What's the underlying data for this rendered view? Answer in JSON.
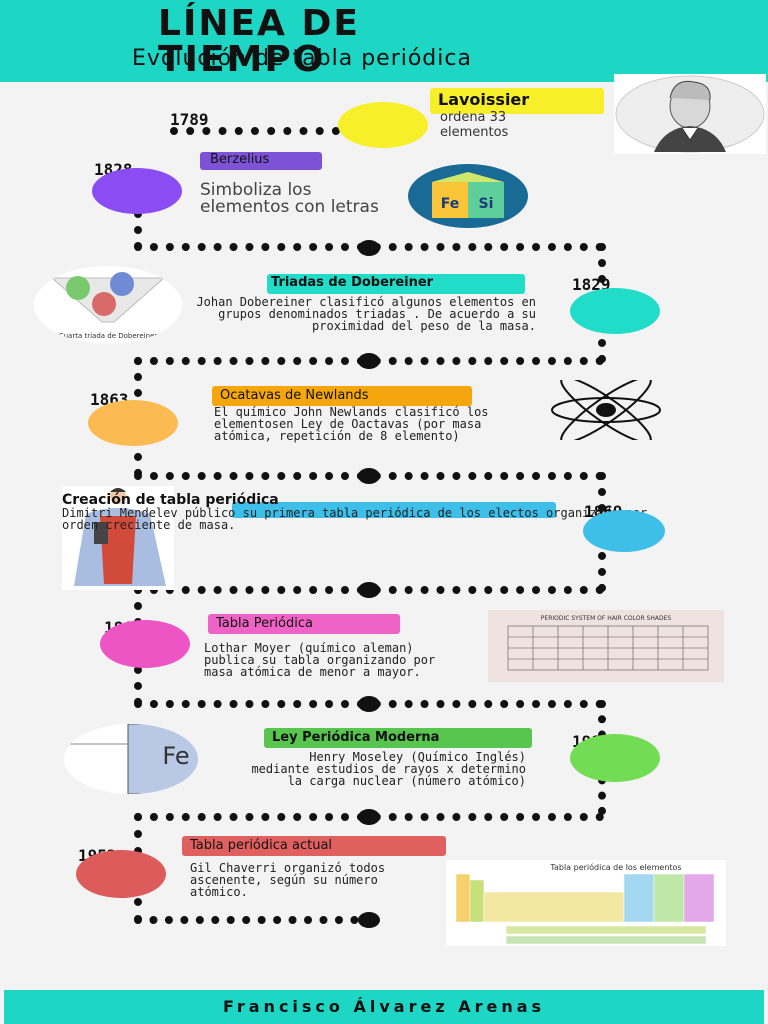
{
  "header": {
    "title": "LÍNEA DE TIEMPO",
    "subtitle": "Evolución de tabla periódica"
  },
  "events": [
    {
      "year": "1789",
      "tag": "Lavoissier",
      "text": "ordena 33 elementos",
      "color": "#f7ef2a",
      "tag_color": "#f7ef2a"
    },
    {
      "year": "1828",
      "tag": "Berzelius",
      "text": "Simboliza los elementos con letras",
      "color": "#8b4cf3",
      "tag_color": "#7d52d6"
    },
    {
      "year": "1829",
      "tag": "Triadas de Dobereiner",
      "text": "Johan Dobereiner clasificó algunos elementos en grupos denominados triadas . De acuerdo a su proximidad del peso de la masa.",
      "color": "#20dcc8",
      "tag_color": "#20dcc8"
    },
    {
      "year": "1863",
      "tag": "Ocatavas de Newlands",
      "text": "El químico John Newlands clasificó los elementosen Ley de Oactavas (por masa atómica, repetición de 8 elemento)",
      "color": "#fcbb52",
      "tag_color": "#f5a60c"
    },
    {
      "year": "1869",
      "tag": "Creación de tabla periódica",
      "text": "Dimitri Mendelev público su primera tabla periódica de los electos organizado por orden creciente de masa.",
      "color": "#3dbfe9",
      "tag_color": "#3dbfe9"
    },
    {
      "year": "1869",
      "tag": "Tabla Periódica",
      "text": "Lothar Moyer (químico aleman) publica su tabla organizando por masa atómica de menor a mayor.",
      "color": "#ee55c4",
      "tag_color": "#f063c6"
    },
    {
      "year": "1914",
      "tag": "Ley Periódica Moderna",
      "text": "Henry Moseley (Químico Inglés) mediante estudios de rayos x determino la carga nuclear (número atómico)",
      "color": "#72dc55",
      "tag_color": "#58c54f"
    },
    {
      "year": "1952",
      "tag": "Tabla periódica actual",
      "text": "Gil Chaverri organizó todos ascenente, según su número atómico.",
      "color": "#dd5b5b",
      "tag_color": "#e06060"
    }
  ],
  "images": {
    "cube_fe": "Fe",
    "cube_si": "Si",
    "funnel_label": "Cuarta tríada de Dobereiner",
    "periodic_hair": "PERIODIC SYSTEM OF HAIR COLOR SHADES",
    "fe_card": "Fe",
    "modern_table": "Tabla periódica de los elementos"
  },
  "footer": {
    "author": "Francisco Álvarez Arenas"
  }
}
